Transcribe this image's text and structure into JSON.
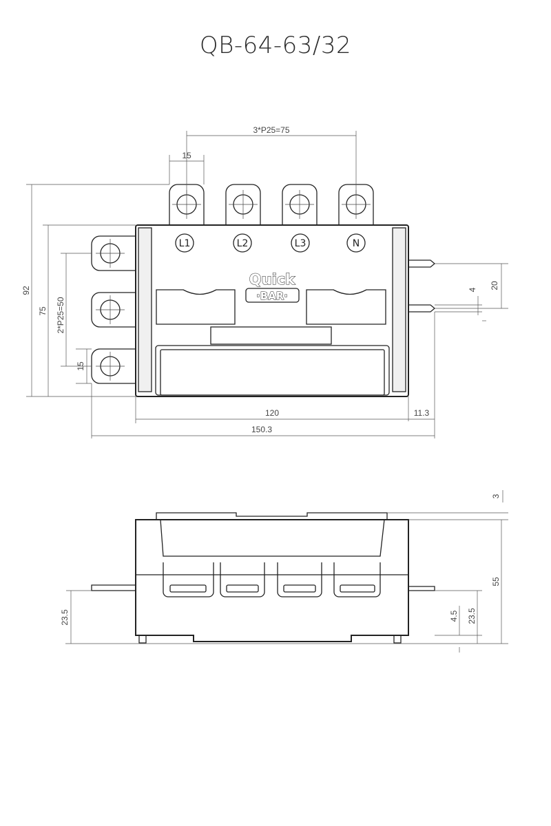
{
  "title": "QB-64-63/32",
  "terminals": [
    "L1",
    "L2",
    "L3",
    "N"
  ],
  "brand": {
    "line1": "Quick",
    "line2": "·BAR·"
  },
  "top_view": {
    "dims": {
      "top_pitch": "3*P25=75",
      "tab_width_top": "15",
      "overall_height": "92",
      "body_height": "75",
      "side_pitch": "2*P25=50",
      "tab_width_side": "15",
      "pin_width": "4",
      "pin_span": "20",
      "body_width": "120",
      "pin_offset": "11.3",
      "overall_width": "150.3"
    }
  },
  "side_view": {
    "dims": {
      "cover_height": "3",
      "total_height": "55",
      "left_tab_height": "23.5",
      "right_tab_thickness": "4.5",
      "right_tab_height": "23.5"
    }
  }
}
